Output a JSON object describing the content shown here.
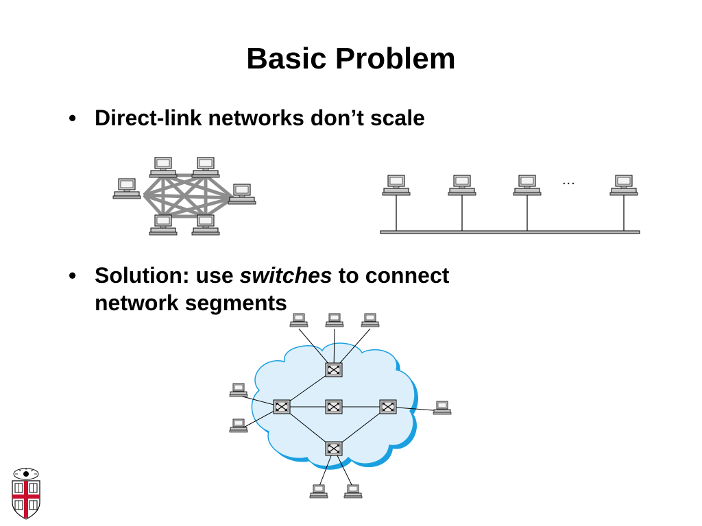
{
  "slide": {
    "title": "Basic Problem",
    "bullets": [
      {
        "marker": "•",
        "text": "Direct-link networks don’t scale"
      },
      {
        "marker": "•",
        "text_before": "Solution: use ",
        "text_italic": "switches",
        "text_after": " to connect",
        "line2": "network segments"
      }
    ],
    "ellipsis": "..."
  },
  "colors": {
    "cloud_fill": "#dceffb",
    "cloud_shadow": "#1aa0e0",
    "mesh_link": "#808080",
    "device_gray": "#b8b8b8"
  },
  "icons": [
    "computer-icon",
    "switch-icon",
    "cloud-icon",
    "university-crest-icon"
  ]
}
